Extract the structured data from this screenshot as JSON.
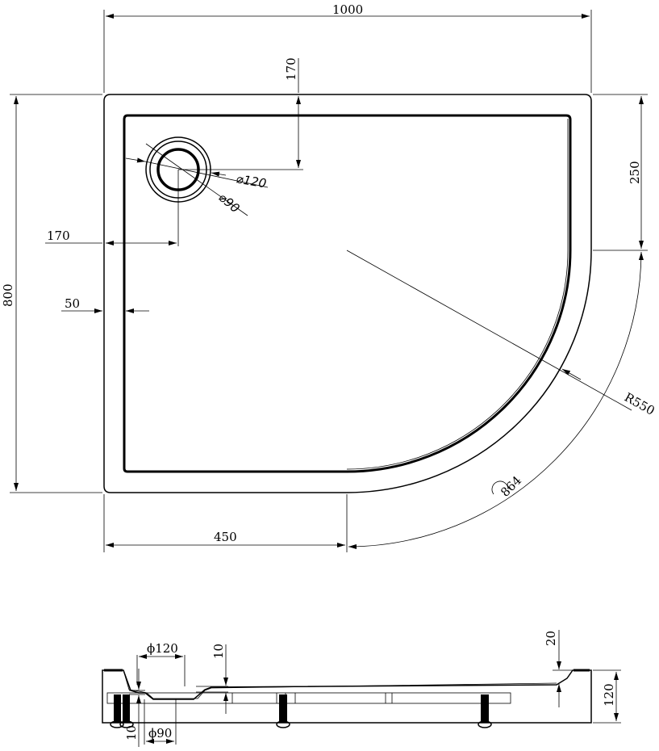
{
  "plan_view": {
    "width_label": "1000",
    "depth_label": "800",
    "drain_offset_top_label": "170",
    "drain_offset_left_label": "170",
    "right_straight_label": "250",
    "rim_width_label": "50",
    "drain_outer_diameter_label": "⌀120",
    "drain_inner_diameter_label": "⌀90",
    "radius_label": "R550",
    "arc_length_label": "864",
    "front_straight_label": "450"
  },
  "section_view": {
    "drain_outer_label": "ϕ120",
    "drain_inner_label": "ϕ90",
    "drain_depth_label": "10",
    "rim_depth_label": "20",
    "height_label": "120",
    "foot_label": "10"
  },
  "colors": {
    "line": "#000000",
    "background": "#ffffff"
  }
}
